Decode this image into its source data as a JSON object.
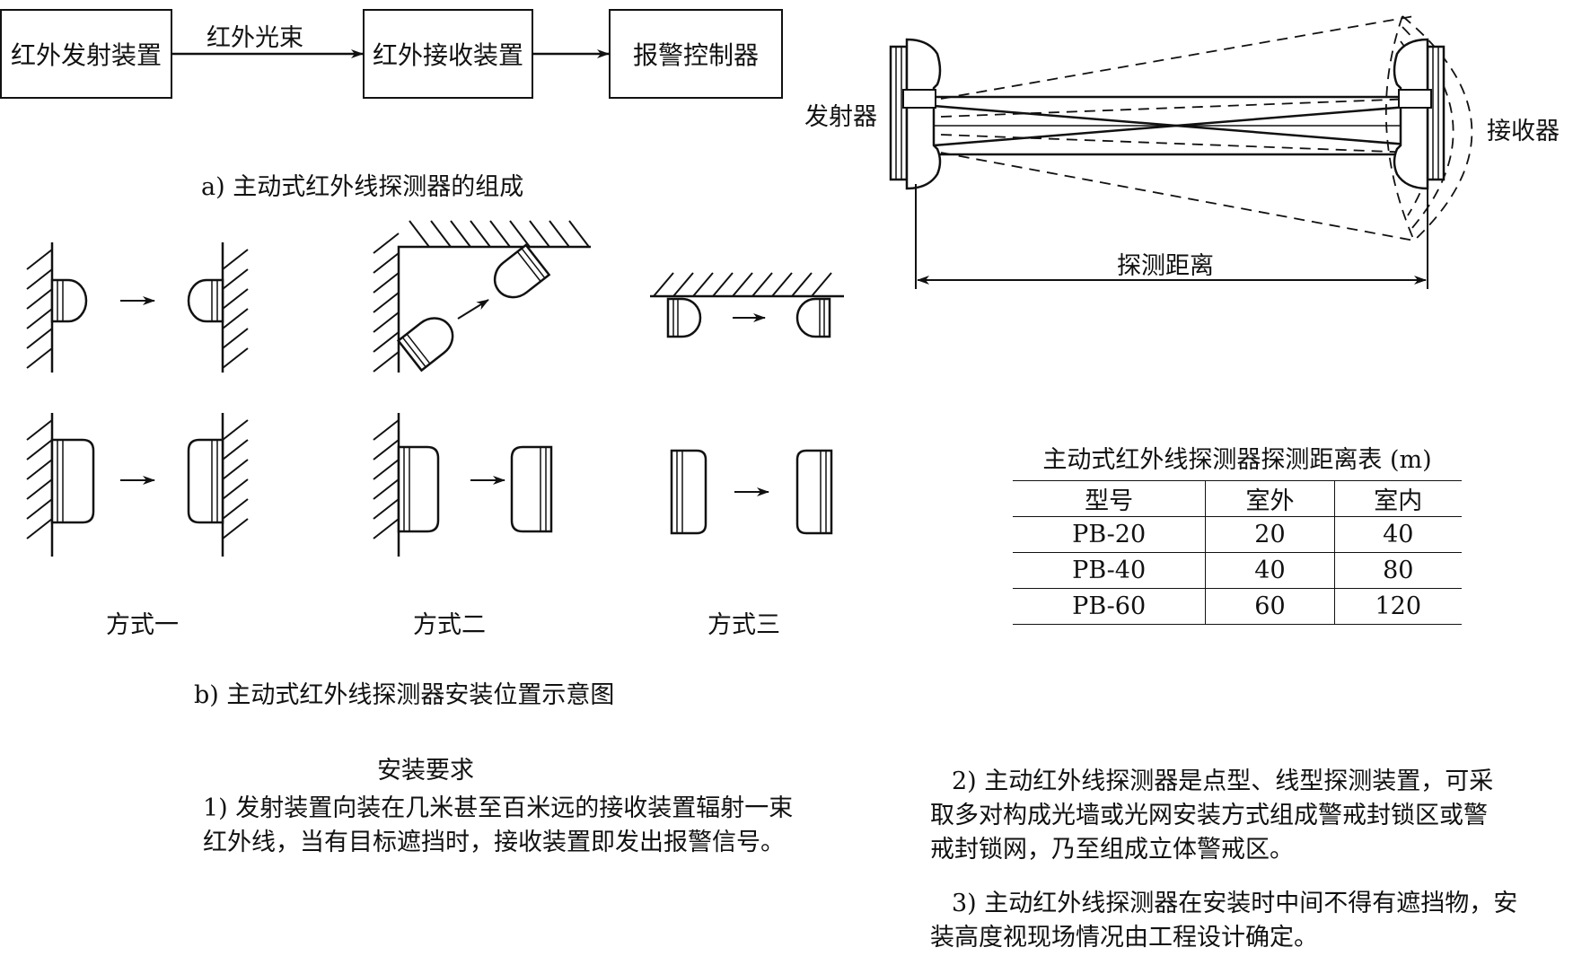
{
  "flow": {
    "box1": "红外发射装置",
    "box2": "红外接收装置",
    "box3": "报警控制器",
    "beam_label": "红外光束"
  },
  "captions": {
    "a": "a) 主动式红外线探测器的组成",
    "b": "b) 主动式红外线探测器安装位置示意图"
  },
  "modes": {
    "mode1": "方式一",
    "mode2": "方式二",
    "mode3": "方式三"
  },
  "range_figure": {
    "emitter": "发射器",
    "receiver": "接收器",
    "distance": "探测距离"
  },
  "table": {
    "title": "主动式红外线探测器探测距离表 (m)",
    "headers": [
      "型号",
      "室外",
      "室内"
    ],
    "rows": [
      [
        "PB-20",
        "20",
        "40"
      ],
      [
        "PB-40",
        "40",
        "80"
      ],
      [
        "PB-60",
        "60",
        "120"
      ]
    ]
  },
  "requirements": {
    "heading": "安装要求",
    "item1": "1) 发射装置向装在几米甚至百米远的接收装置辐射一束红外线，当有目标遮挡时，接收装置即发出报警信号。",
    "item2": "2) 主动红外线探测器是点型、线型探测装置，可采取多对构成光墙或光网安装方式组成警戒封锁区或警戒封锁网，乃至组成立体警戒区。",
    "item3": "3) 主动红外线探测器在安装时中间不得有遮挡物，安装高度视现场情况由工程设计确定。"
  }
}
